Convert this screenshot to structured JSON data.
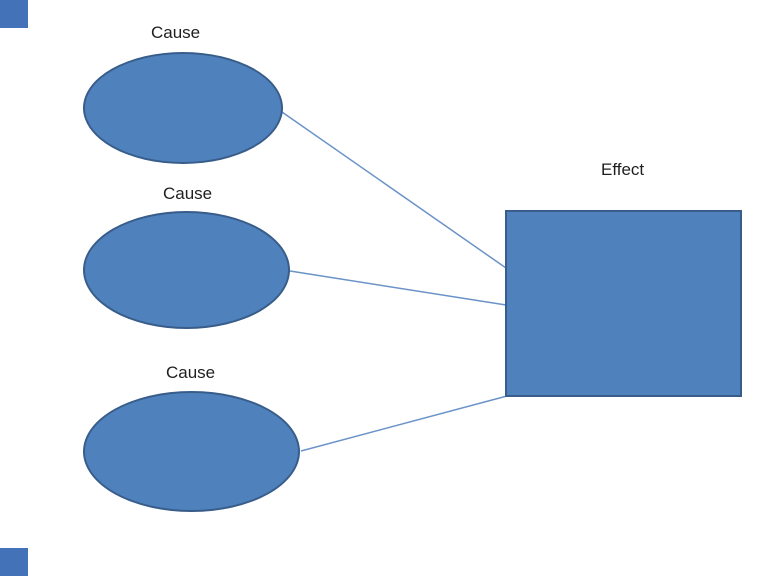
{
  "slide": {
    "background": "#FFFFFF",
    "type_label": "cause-and-effect-diagram"
  },
  "colors": {
    "shape_fill": "#4F81BD",
    "shape_border": "#385D8A",
    "connector": "#6B93C8",
    "text": "#1F1F1F",
    "corner_square": "#4472B8",
    "background": "#FFFFFF"
  },
  "diagram": {
    "causes": [
      {
        "label": "Cause"
      },
      {
        "label": "Cause"
      },
      {
        "label": "Cause"
      }
    ],
    "effect": {
      "label": "Effect"
    },
    "connector_count": 3
  }
}
